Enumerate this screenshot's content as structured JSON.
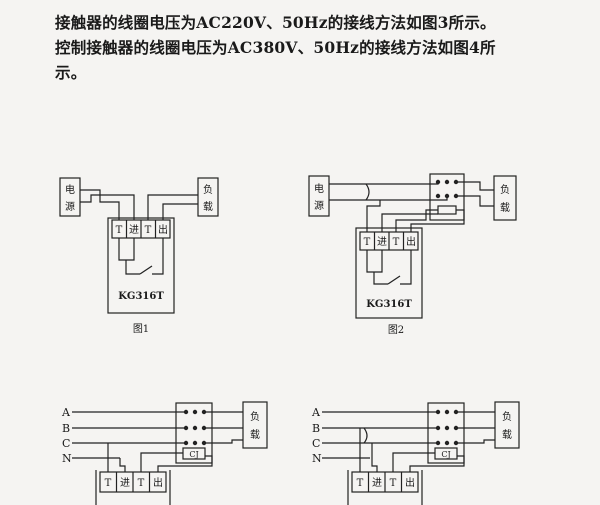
{
  "paragraph": {
    "line1": "接触器的线圈电压为AC220V、50Hz的接线方法如图3所示。",
    "line2": "控制接触器的线圈电压为AC380V、50Hz的接线方法如图4所",
    "line3": "示。"
  },
  "fig1": {
    "power_top": "电",
    "power_bottom": "源",
    "load_top": "负",
    "load_bottom": "载",
    "t1": "T",
    "in": "进",
    "t2": "T",
    "out": "出",
    "model": "KG316T",
    "caption": "图1"
  },
  "fig2": {
    "power_top": "电",
    "power_bottom": "源",
    "load_top": "负",
    "load_bottom": "载",
    "t1": "T",
    "in": "进",
    "t2": "T",
    "out": "出",
    "model": "KG316T",
    "caption": "图2"
  },
  "fig3": {
    "phase_a": "A",
    "phase_b": "B",
    "phase_c": "C",
    "neutral": "N",
    "coil": "CJ",
    "load_top": "负",
    "load_bottom": "载",
    "t1": "T",
    "in": "进",
    "t2": "T",
    "out": "出"
  },
  "fig4": {
    "phase_a": "A",
    "phase_b": "B",
    "phase_c": "C",
    "neutral": "N",
    "coil": "CJ",
    "load_top": "负",
    "load_bottom": "载",
    "t1": "T",
    "in": "进",
    "t2": "T",
    "out": "出"
  }
}
